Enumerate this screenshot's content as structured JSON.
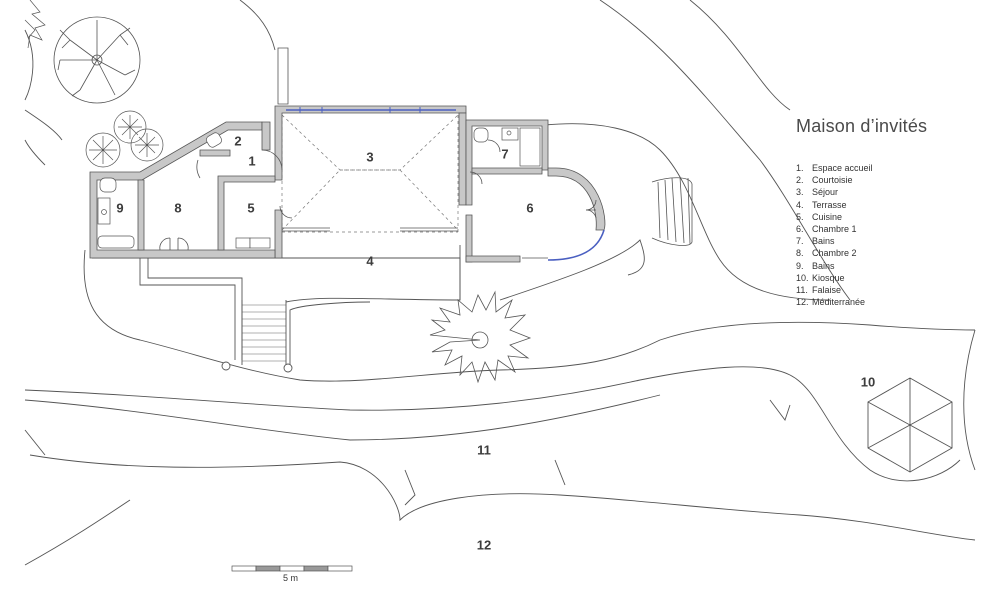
{
  "title": "Maison d’invités",
  "legend": [
    {
      "num": "1.",
      "label": "Espace accueil"
    },
    {
      "num": "2.",
      "label": "Courtoisie"
    },
    {
      "num": "3.",
      "label": "Séjour"
    },
    {
      "num": "4.",
      "label": "Terrasse"
    },
    {
      "num": "5.",
      "label": "Cuisine"
    },
    {
      "num": "6.",
      "label": "Chambre 1"
    },
    {
      "num": "7.",
      "label": "Bains"
    },
    {
      "num": "8.",
      "label": "Chambre 2"
    },
    {
      "num": "9.",
      "label": "Bains"
    },
    {
      "num": "10.",
      "label": "Kiosque"
    },
    {
      "num": "11.",
      "label": "Falaise"
    },
    {
      "num": "12.",
      "label": "Méditerranée"
    }
  ],
  "room_numbers": {
    "r1": "1",
    "r2": "2",
    "r3": "3",
    "r4": "4",
    "r5": "5",
    "r6": "6",
    "r7": "7",
    "r8": "8",
    "r9": "9",
    "r10": "10",
    "r11": "11",
    "r12": "12"
  },
  "scale_label": "5 m",
  "colors": {
    "wall": "#c8c8c8",
    "line": "#555555",
    "glass": "#4a5fc1"
  }
}
